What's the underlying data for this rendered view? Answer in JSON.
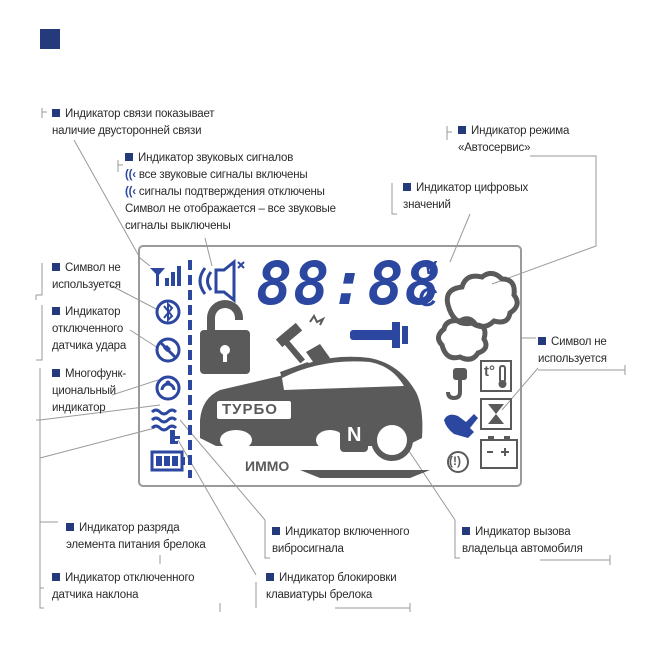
{
  "colors": {
    "accent": "#253a7a",
    "lcd_blue": "#2c47a0",
    "lcd_gray": "#5a5a5a",
    "frame": "#9a9a9a",
    "leader": "#9a9a9a"
  },
  "labels": {
    "connection": [
      "Индикатор связи показывает",
      "наличие двусторонней связи"
    ],
    "sound": [
      "Индикатор звуковых сигналов"
    ],
    "sound_all_on": "все звуковые сигналы включены",
    "sound_confirm_off": "сигналы подтверждения отключены",
    "sound_off": [
      "Символ не отображается – все звуковые",
      "сигналы выключены"
    ],
    "autoservice": [
      "Индикатор режима",
      "«Автосервис»"
    ],
    "digital": [
      "Индикатор цифровых",
      "значений"
    ],
    "unused_left": [
      "Символ не",
      "используется"
    ],
    "shock_off": [
      "Индикатор",
      "отключенного",
      "датчика удара"
    ],
    "multifunction": [
      "Многофунк-",
      "циональный",
      "индикатор"
    ],
    "unused_right": [
      "Символ не",
      "используется"
    ],
    "battery": [
      "Индикатор разряда",
      "элемента питания брелока"
    ],
    "vibro": [
      "Индикатор включенного",
      "вибросигнала"
    ],
    "owner_call": [
      "Индикатор вызова",
      "владельца автомобиля"
    ],
    "tilt_off": [
      "Индикатор отключенного",
      "датчика наклона"
    ],
    "keypad_lock": [
      "Индикатор блокировки",
      "клавиатуры брелока"
    ]
  },
  "lcd": {
    "digits": "88:88",
    "unit_v": "V",
    "unit_c": "C",
    "turbo": "ТУРБО",
    "immo": "ИММО",
    "gear": "N",
    "exclaim": "(!)",
    "thermo": "t°"
  },
  "icons": [
    "antenna-icon",
    "speaker-icon",
    "bluetooth-icon",
    "shock-off-icon",
    "multifunction-icon",
    "tilt-icon",
    "key-icon",
    "battery-icon",
    "lock-icon",
    "hammer-icon",
    "cloud-icon",
    "wrench-icon",
    "phone-icon",
    "hook-icon",
    "hand-icon",
    "thermometer-icon",
    "hourglass-icon",
    "car-battery-icon",
    "car-icon"
  ]
}
